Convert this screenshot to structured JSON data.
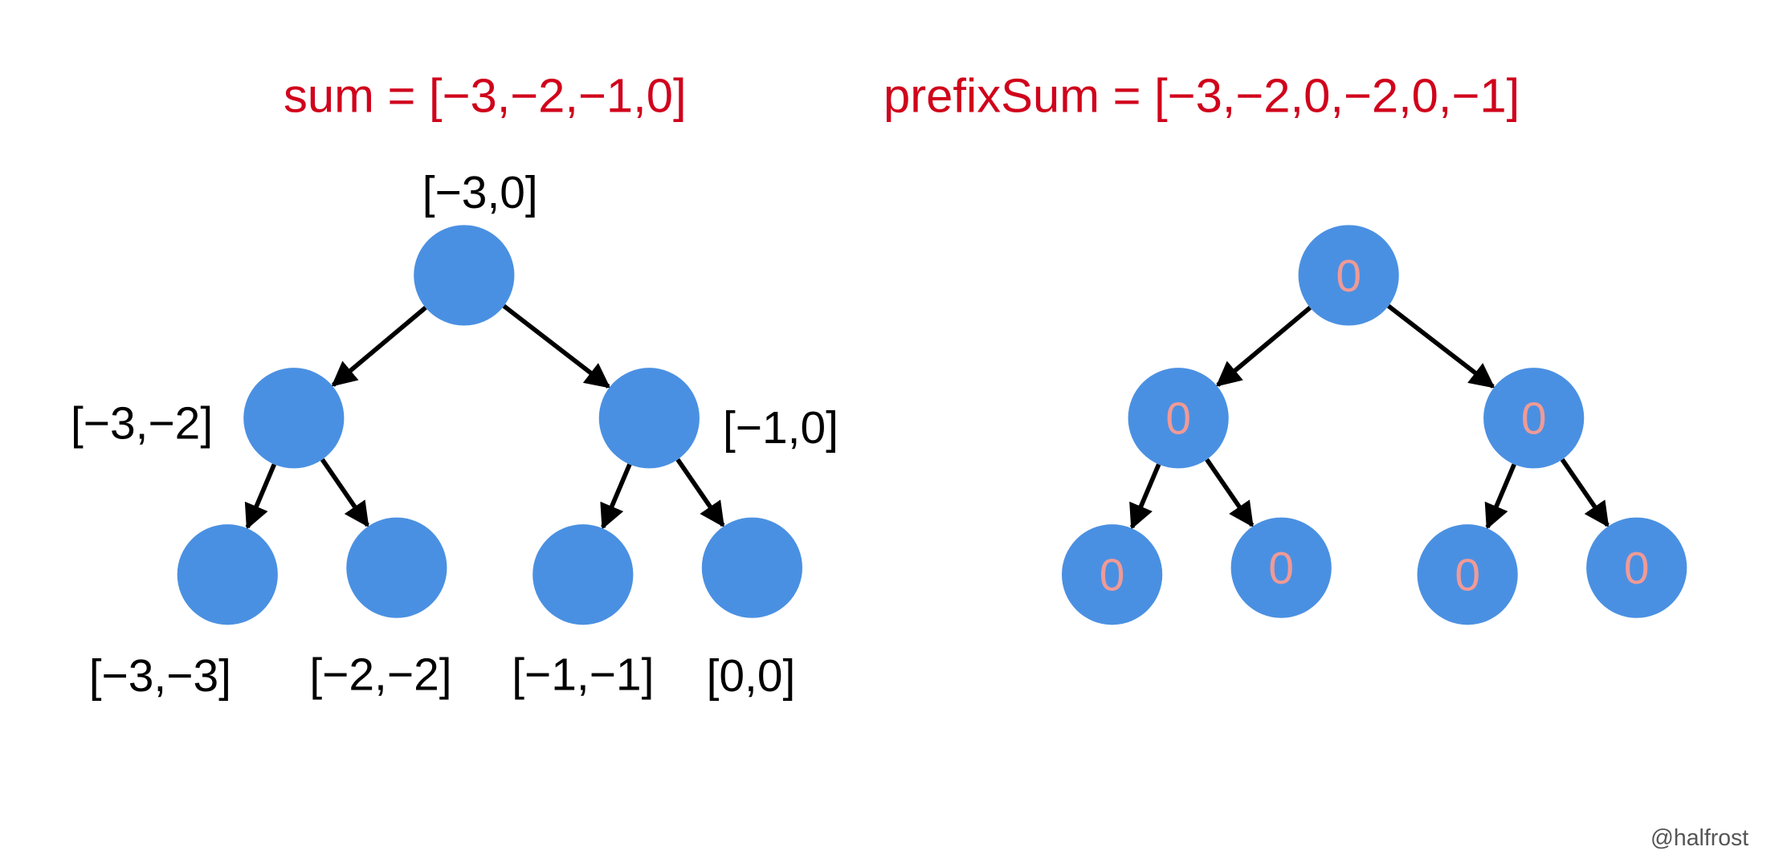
{
  "colors": {
    "title": "#d0021b",
    "node": "#4a90e2",
    "node_value": "#f09a96",
    "edge": "#000000",
    "label": "#000000",
    "watermark": "#555555"
  },
  "titles": {
    "sum": "sum = [−3,−2,−1,0]",
    "prefix_sum": "prefixSum = [−3,−2,0,−2,0,−1]"
  },
  "left_tree": {
    "labels": [
      "[−3,0]",
      "[−3,−2]",
      "[−1,0]",
      "[−3,−3]",
      "[−2,−2]",
      "[−1,−1]",
      "[0,0]"
    ]
  },
  "right_tree": {
    "values": [
      "0",
      "0",
      "0",
      "0",
      "0",
      "0",
      "0"
    ]
  },
  "watermark": "@halfrost"
}
